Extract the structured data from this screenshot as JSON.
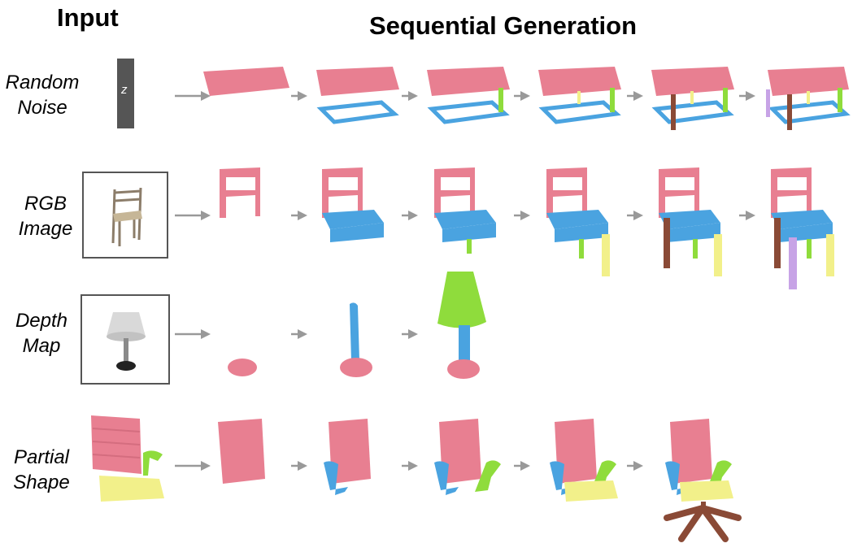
{
  "headers": {
    "input": "Input",
    "sequential": "Sequential Generation"
  },
  "rows": [
    {
      "label_line1": "Random",
      "label_line2": "Noise",
      "input_text": "z"
    },
    {
      "label_line1": "RGB",
      "label_line2": "Image"
    },
    {
      "label_line1": "Depth",
      "label_line2": "Map"
    },
    {
      "label_line1": "Partial",
      "label_line2": "Shape"
    }
  ],
  "colors": {
    "pink": "#e87f91",
    "blue": "#4aa3e0",
    "green": "#8fdc3c",
    "yellow": "#f2f08a",
    "brown": "#8a4a36",
    "purple": "#c7a3e6",
    "lime": "#a4e84a",
    "arrow": "#999999",
    "noise_box": "#555555"
  }
}
